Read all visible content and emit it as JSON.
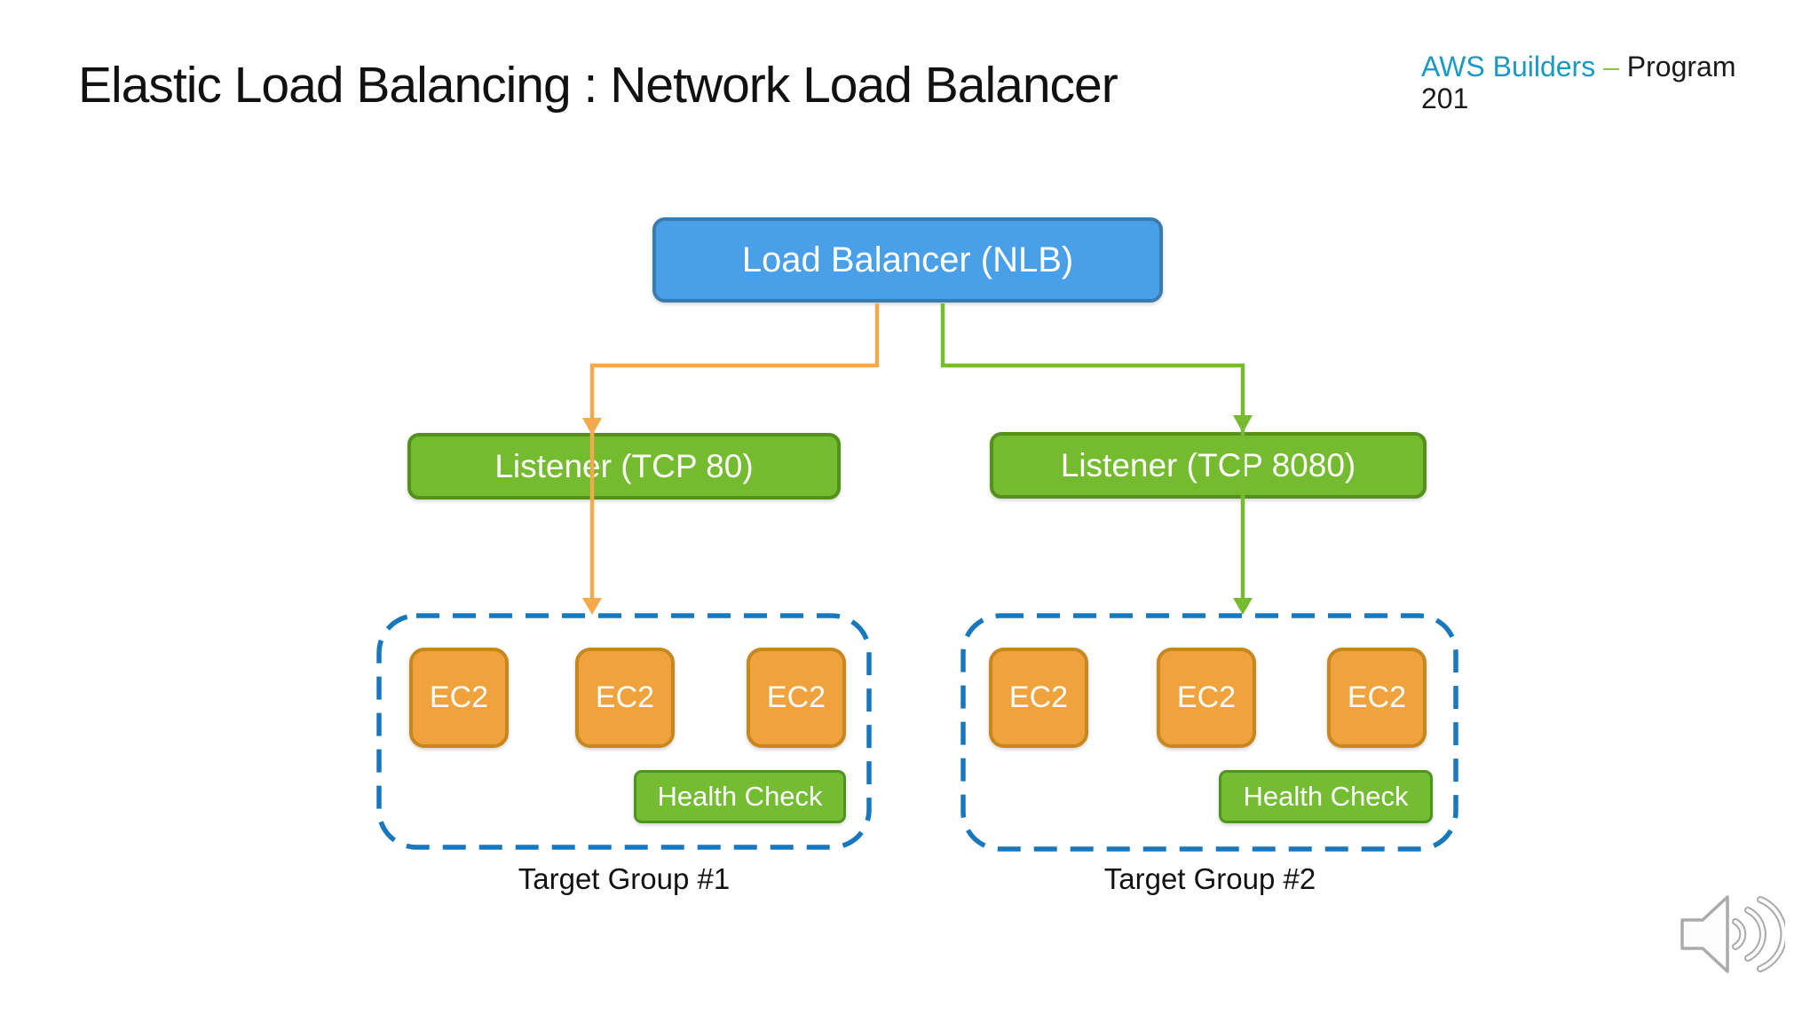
{
  "slide": {
    "title": "Elastic Load Balancing : Network Load Balancer",
    "program_badge": {
      "brand": "AWS Builders",
      "separator": "–",
      "program": "Program 201"
    }
  },
  "diagram": {
    "load_balancer": {
      "label": "Load Balancer (NLB)"
    },
    "listeners": [
      {
        "label": "Listener (TCP 80)"
      },
      {
        "label": "Listener (TCP 8080)"
      }
    ],
    "target_groups": [
      {
        "label": "Target Group #1",
        "instances": [
          "EC2",
          "EC2",
          "EC2"
        ],
        "health_check_label": "Health Check"
      },
      {
        "label": "Target Group #2",
        "instances": [
          "EC2",
          "EC2",
          "EC2"
        ],
        "health_check_label": "Health Check"
      }
    ]
  },
  "icons": {
    "audio": "speaker-with-sound-waves"
  },
  "colors": {
    "load_balancer_fill": "#4AA0E8",
    "load_balancer_border": "#3A7CB0",
    "listener_fill": "#75BB2F",
    "listener_border": "#53911C",
    "ec2_fill": "#F0A23C",
    "ec2_border": "#C8861F",
    "health_check_fill": "#74BD33",
    "health_check_border": "#4F9322",
    "target_group_dashed_border": "#1878BE",
    "connector_orange": "#F2AA4D",
    "connector_green": "#77BB31",
    "badge_brand_teal": "#1999C6",
    "badge_separator_green": "#8CC63F",
    "text_on_nodes": "#FFFFFF",
    "title_text": "#111111"
  }
}
